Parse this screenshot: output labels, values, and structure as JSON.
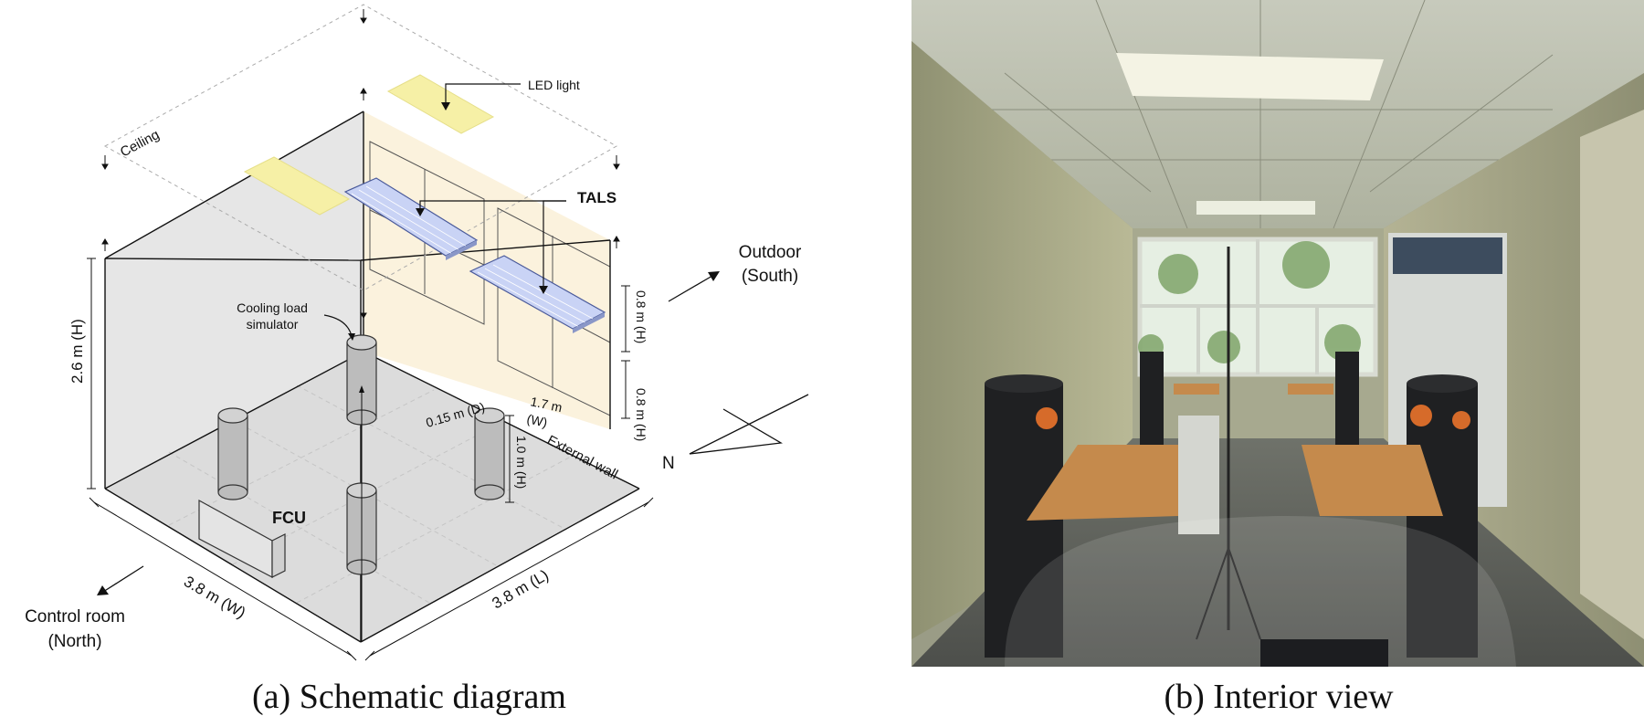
{
  "panel_a": {
    "caption": "(a) Schematic diagram",
    "labels": {
      "ceiling": "Ceiling",
      "led_light": "LED light",
      "tals": "TALS",
      "outdoor": "Outdoor",
      "south": "(South)",
      "cooling_load": "Cooling load",
      "simulator": "simulator",
      "height_room": "2.6 m (H)",
      "height_window_top": "0.8 m (H)",
      "height_window_bottom": "0.8 m (H)",
      "depth": "0.15 m (D)",
      "width_window": "1.7 m",
      "width_window_w": "(W)",
      "sim_height": "1.0 m (H)",
      "external_wall": "External wall",
      "north_arrow": "N",
      "fcu": "FCU",
      "width_room": "3.8 m (W)",
      "length_room": "3.8 m (L)",
      "control_room": "Control room",
      "north": "(North)"
    },
    "colors": {
      "led": "#f6f0a6",
      "tals": "#c9d3f5",
      "external_wall": "#e8111a",
      "wall_tint": "#fbf1d9"
    }
  },
  "panel_b": {
    "caption": "(b) Interior view"
  }
}
